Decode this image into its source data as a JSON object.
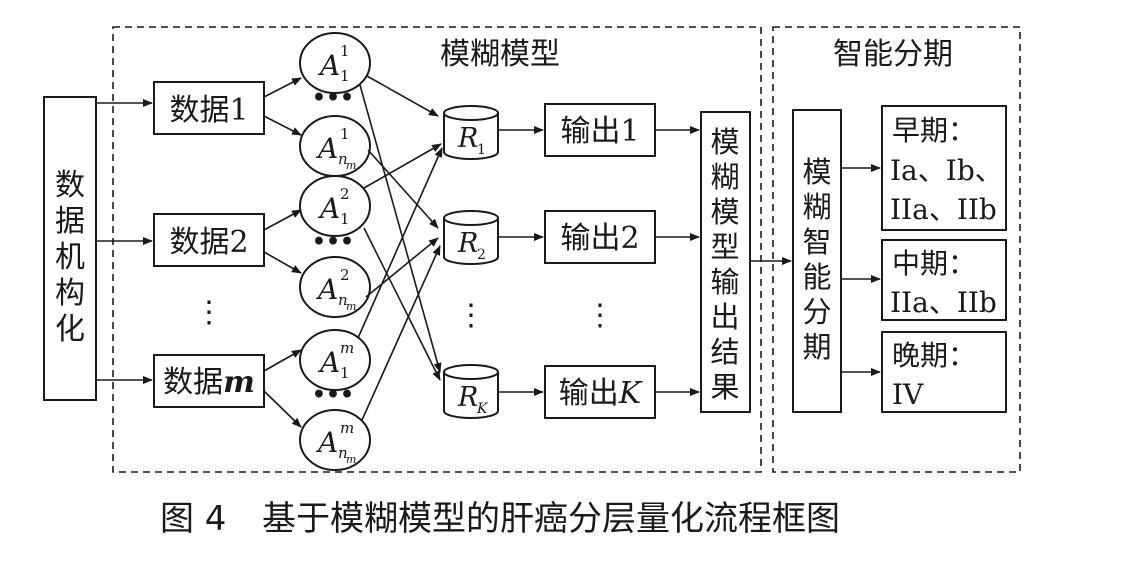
{
  "left_block": {
    "label": "数据机构化"
  },
  "regions": {
    "fuzzy_model": "模糊模型",
    "smart_staging": "智能分期"
  },
  "data_nodes": [
    {
      "prefix": "数据",
      "index": "1",
      "index_italic": false
    },
    {
      "prefix": "数据",
      "index": "2",
      "index_italic": false
    },
    {
      "prefix": "数据",
      "index": "m",
      "index_italic": true
    }
  ],
  "fuzzy_sets": [
    {
      "base": "A",
      "sup": "1",
      "sub": "1",
      "subsub": ""
    },
    {
      "base": "A",
      "sup": "1",
      "sub": "n",
      "subsub": "m"
    },
    {
      "base": "A",
      "sup": "2",
      "sub": "1",
      "subsub": ""
    },
    {
      "base": "A",
      "sup": "2",
      "sub": "n",
      "subsub": "m"
    },
    {
      "base": "A",
      "sup": "m",
      "sub": "1",
      "subsub": ""
    },
    {
      "base": "A",
      "sup": "m",
      "sub": "n",
      "subsub": "m"
    }
  ],
  "rules": [
    {
      "base": "R",
      "sub": "1"
    },
    {
      "base": "R",
      "sub": "2"
    },
    {
      "base": "R",
      "sub": "K"
    }
  ],
  "outputs": [
    {
      "prefix": "输出",
      "index": "1",
      "index_italic": false
    },
    {
      "prefix": "输出",
      "index": "2",
      "index_italic": false
    },
    {
      "prefix": "输出",
      "index": "K",
      "index_italic": true
    }
  ],
  "result_block": {
    "label": "模糊模型输出结果"
  },
  "staging_block": {
    "label": "模糊智能分期"
  },
  "stages": [
    {
      "lines": [
        "早期：",
        "Ia、Ib、",
        "IIa、IIb"
      ]
    },
    {
      "lines": [
        "中期：",
        "IIa、IIb"
      ]
    },
    {
      "lines": [
        "晚期：",
        "IV"
      ]
    }
  ],
  "caption": {
    "figure": "图 4",
    "title": "基于模糊模型的肝癌分层量化流程框图"
  }
}
